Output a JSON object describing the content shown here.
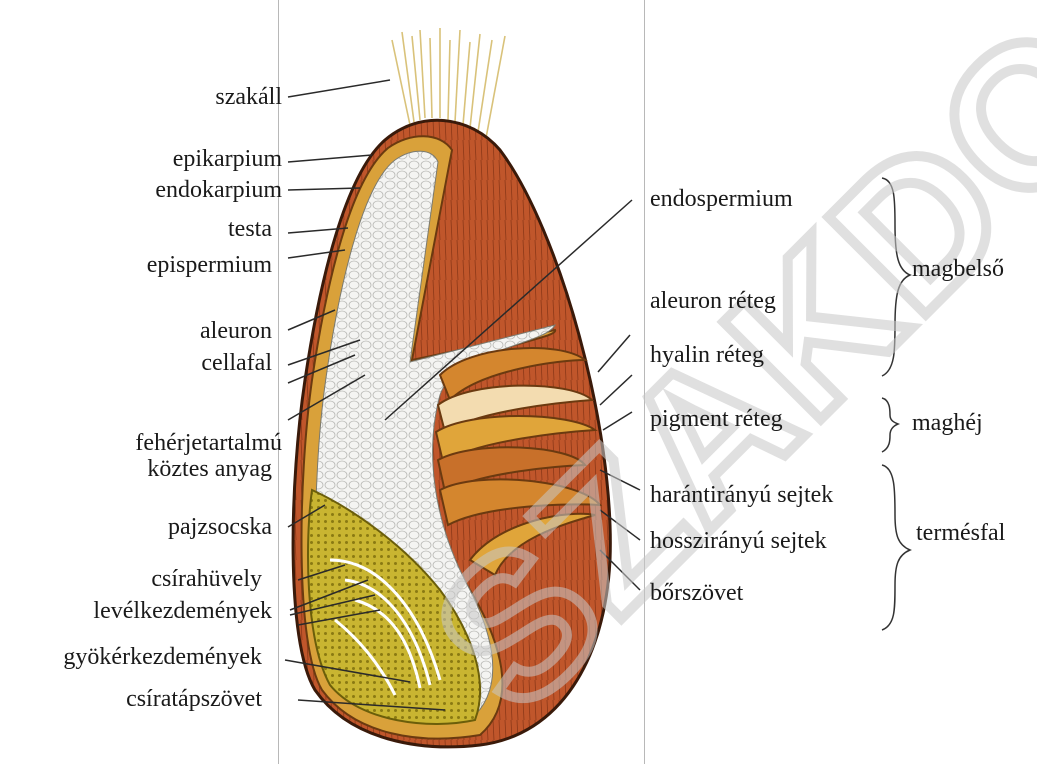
{
  "colors": {
    "endosperm": "#f2f2f0",
    "pericarp_red": "#c0562b",
    "pericarp_dark": "#8c3818",
    "aleurone_gold": "#d9a13a",
    "embryo_yellow": "#c9b531",
    "beard": "#d9c27a",
    "watermark": "#c8c8c8",
    "line": "#2a2a2a"
  },
  "labels_left": {
    "szakall": "szakáll",
    "epikarpium": "epikarpium",
    "endokarpium": "endokarpium",
    "testa": "testa",
    "epispermium": "epispermium",
    "aleuron": "aleuron",
    "cellafal": "cellafal",
    "feherje_1": "fehérjetartalmú",
    "feherje_2": "köztes anyag",
    "pajzsocska": "pajzsocska",
    "csirahuvely": "csírahüvely",
    "levelkezdemenyek": "levélkezdemények",
    "gyokerkezdemenyek": "gyökérkezdemények",
    "csiratapszovet": "csíratápszövet"
  },
  "labels_right": {
    "endospermium": "endospermium",
    "aleuron_reteg": "aleuron réteg",
    "hyalin_reteg": "hyalin réteg",
    "pigment_reteg": "pigment réteg",
    "harantiranyu": "harántirányú sejtek",
    "hossziranyu": "hosszirányú sejtek",
    "borszovet": "bőrszövet"
  },
  "groups": {
    "magbelso": "magbelső",
    "maghej": "maghéj",
    "termesfal": "termésfal"
  },
  "watermark": "SZAKDOLGOZAT"
}
